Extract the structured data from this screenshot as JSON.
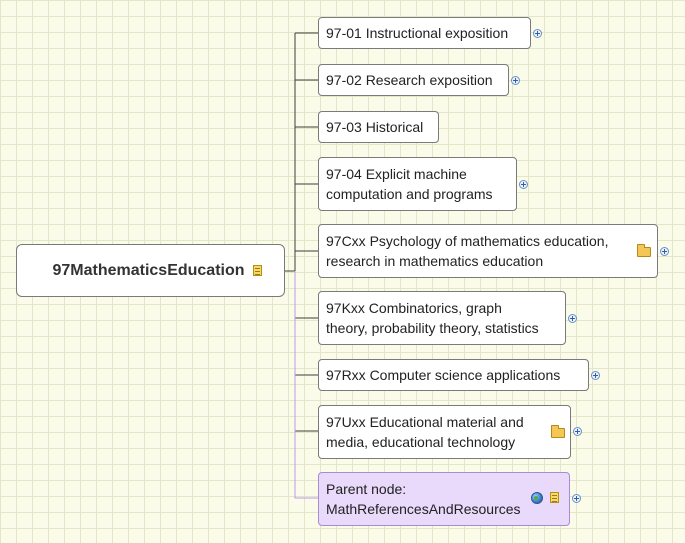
{
  "root": {
    "label": "97MathematicsEducation",
    "icon": "note-icon"
  },
  "topics": [
    {
      "label": "97-01 Instructional exposition",
      "icons": [],
      "expandable": true
    },
    {
      "label": "97-02 Research exposition",
      "icons": [],
      "expandable": true
    },
    {
      "label": "97-03 Historical",
      "icons": [],
      "expandable": false
    },
    {
      "label": "97-04 Explicit machine\ncomputation and programs",
      "icons": [],
      "expandable": true
    },
    {
      "label": "97Cxx Psychology of mathematics education,\nresearch in mathematics education",
      "icons": [
        "folder-icon"
      ],
      "expandable": true
    },
    {
      "label": "97Kxx Combinatorics, graph\ntheory, probability theory, statistics",
      "icons": [],
      "expandable": true
    },
    {
      "label": "97Rxx Computer science applications",
      "icons": [],
      "expandable": true
    },
    {
      "label": "97Uxx Educational material and\nmedia, educational technology",
      "icons": [
        "folder-icon"
      ],
      "expandable": true
    },
    {
      "label": "Parent node:\nMathReferencesAndResources",
      "icons": [
        "globe-icon",
        "note-icon"
      ],
      "expandable": true,
      "type": "parent-link"
    }
  ],
  "colors": {
    "background": "#fbfbe9",
    "grid": "#e3e6c9",
    "connector": "#3d3d3d",
    "parent_connector": "#b89be6",
    "parent_fill": "#e9d9fb"
  }
}
